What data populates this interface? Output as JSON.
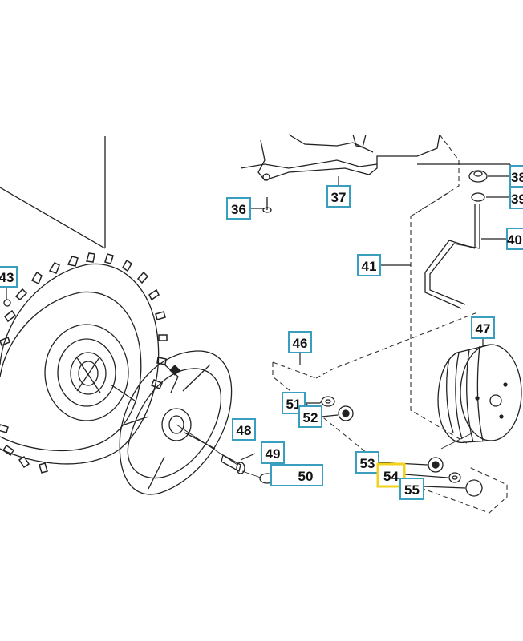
{
  "diagram": {
    "callouts": [
      {
        "id": "36",
        "label": "36",
        "highlighted": false
      },
      {
        "id": "37",
        "label": "37",
        "highlighted": false
      },
      {
        "id": "38",
        "label": "38",
        "highlighted": false
      },
      {
        "id": "39",
        "label": "39",
        "highlighted": false
      },
      {
        "id": "40",
        "label": "40",
        "highlighted": false
      },
      {
        "id": "41",
        "label": "41",
        "highlighted": false
      },
      {
        "id": "43",
        "label": "43",
        "highlighted": false
      },
      {
        "id": "46",
        "label": "46",
        "highlighted": false
      },
      {
        "id": "47",
        "label": "47",
        "highlighted": false
      },
      {
        "id": "48",
        "label": "48",
        "highlighted": false
      },
      {
        "id": "49",
        "label": "49",
        "highlighted": false
      },
      {
        "id": "50",
        "label": "50",
        "highlighted": false
      },
      {
        "id": "51",
        "label": "51",
        "highlighted": false
      },
      {
        "id": "52",
        "label": "52",
        "highlighted": false
      },
      {
        "id": "53",
        "label": "53",
        "highlighted": false
      },
      {
        "id": "54",
        "label": "54",
        "highlighted": true
      },
      {
        "id": "55",
        "label": "55",
        "highlighted": false
      }
    ],
    "colors": {
      "callout_border": "#3a9fbf",
      "highlight_border": "#f2d21b",
      "line": "#222222",
      "callout_text": "#111111"
    }
  }
}
